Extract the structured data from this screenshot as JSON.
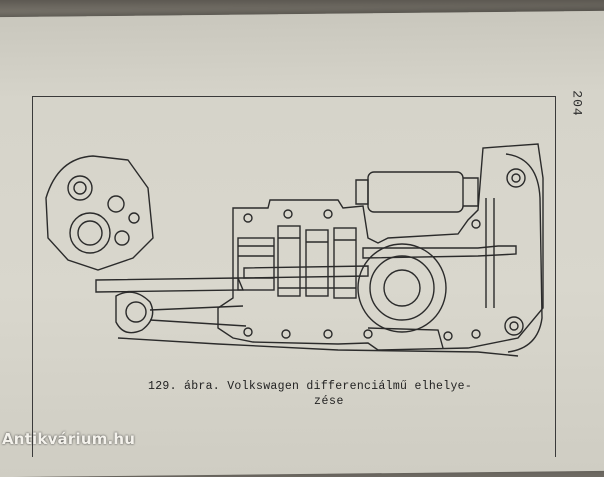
{
  "page_number": "204",
  "figure": {
    "caption_line1": "129. ábra. Volkswagen differenciálmű elhelye-",
    "caption_line2": "zése"
  },
  "watermark": "Antikvárium.hu"
}
